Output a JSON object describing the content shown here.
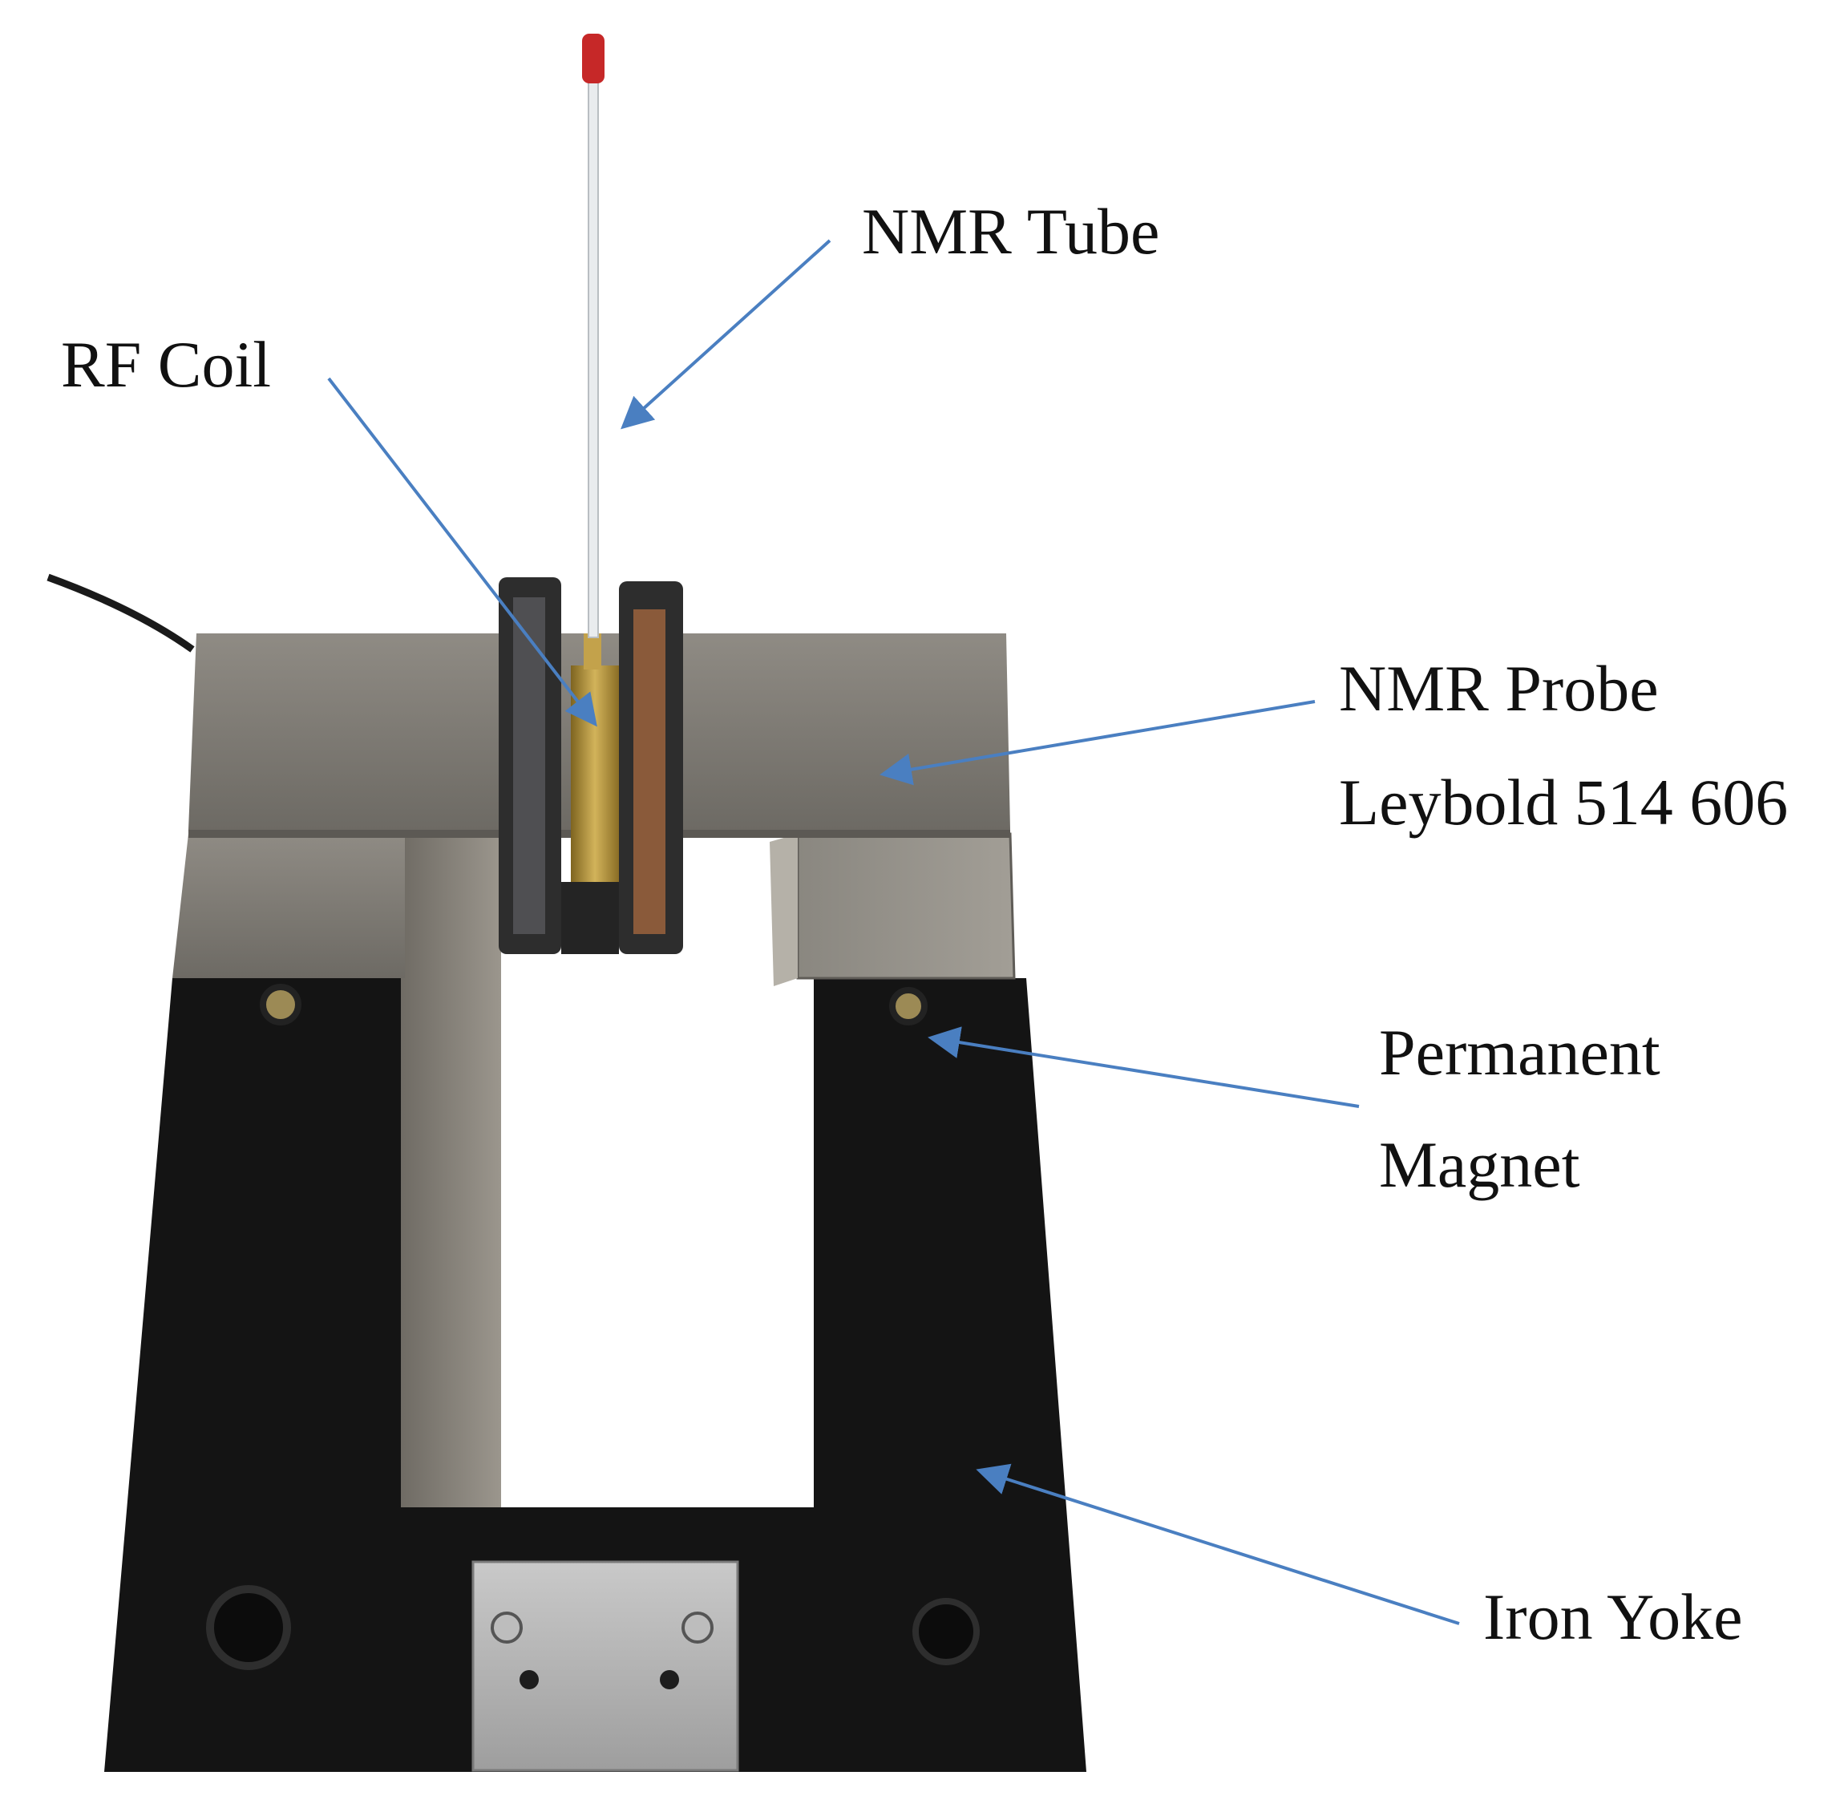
{
  "labels": {
    "nmr_tube": "NMR Tube",
    "rf_coil": "RF Coil",
    "nmr_probe_line1": "NMR Probe",
    "nmr_probe_line2": "Leybold 514 606",
    "permanent_magnet_line1": "Permanent",
    "permanent_magnet_line2": "Magnet",
    "iron_yoke": "Iron Yoke"
  },
  "colors": {
    "arrow": "#4a7fc1",
    "yoke": "#141414",
    "steel": "#8b8780",
    "brass": "#b8963c",
    "tube_cap": "#c62828"
  }
}
